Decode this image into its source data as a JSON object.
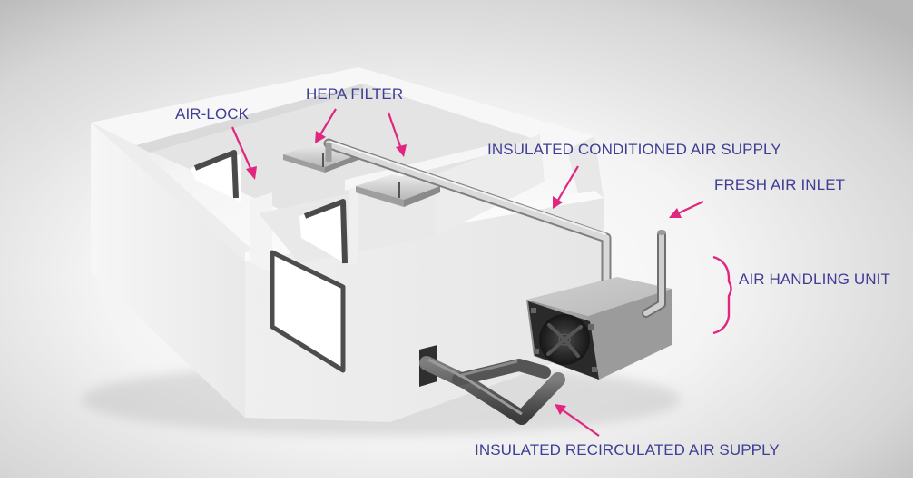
{
  "colors": {
    "label": "#3f3d94",
    "arrow": "#e0267e",
    "wall": "#f3f3f3",
    "wall_shade": "#e2e2e2",
    "background": "#c9c9c9"
  },
  "labels": {
    "air_lock": "AIR-LOCK",
    "hepa_filter": "HEPA FILTER",
    "conditioned_supply": "INSULATED CONDITIONED AIR SUPPLY",
    "fresh_air_inlet": "FRESH AIR INLET",
    "air_handling_unit": "AIR HANDLING UNIT",
    "recirculated_supply": "INSULATED RECIRCULATED AIR SUPPLY"
  }
}
